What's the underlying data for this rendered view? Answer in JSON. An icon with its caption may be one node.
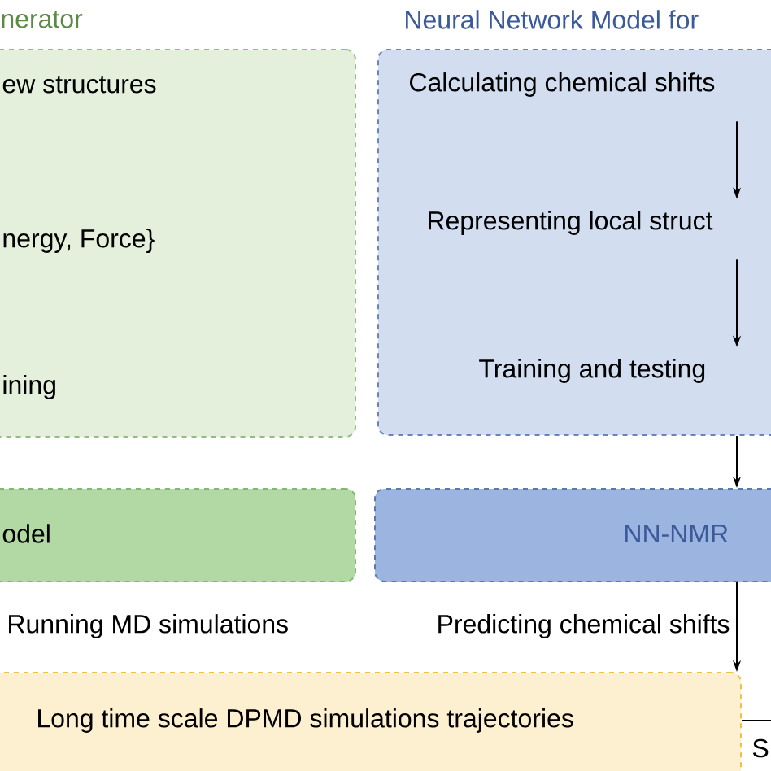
{
  "diagram": {
    "nodes": [
      {
        "text": [
          "nerator",
          "ew structures",
          "nergy, Force}",
          "ining"
        ]
      },
      {
        "text": [
          "Neural Network Model for"
        ]
      },
      {
        "text": [
          "Calculating chemical shifts"
        ],
        "in": 1
      },
      {
        "text": [
          "Representing local struct"
        ],
        "in": 1
      },
      {
        "text": [
          "Training and testing"
        ],
        "in": 1
      },
      {
        "text": [
          "odel"
        ]
      },
      {
        "text": [
          "NN-NMR"
        ]
      },
      {
        "text": [
          "Long time scale DPMD simulations trajectories"
        ]
      },
      {
        "text": [
          "S"
        ]
      }
    ],
    "edges": [
      {
        "from": 2,
        "to": 3,
        "arrow": "to"
      },
      {
        "from": 3,
        "to": 4,
        "arrow": "to"
      },
      {
        "from": 1,
        "to": 6,
        "arrow": "to"
      },
      {
        "from": 6,
        "to": 7,
        "arrow": "to",
        "label": "Predicting chemical shifts"
      },
      {
        "from": 7,
        "to": 8,
        "arrow": "none"
      }
    ],
    "labels": [
      "Running MD simulations"
    ]
  }
}
